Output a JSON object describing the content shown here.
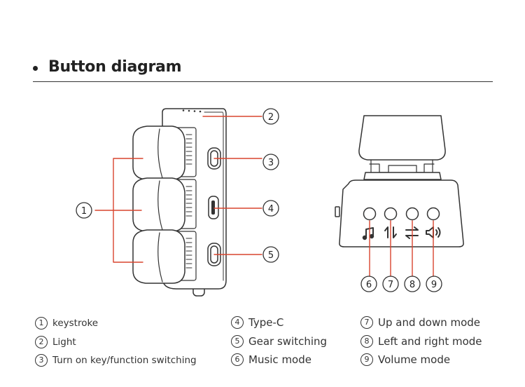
{
  "header": {
    "title": "Button diagram"
  },
  "callouts": [
    "①",
    "②",
    "③",
    "④",
    "⑤",
    "⑥",
    "⑦",
    "⑧",
    "⑨"
  ],
  "legend": [
    {
      "num": "1",
      "label": "keystroke"
    },
    {
      "num": "2",
      "label": "Light"
    },
    {
      "num": "3",
      "label": "Turn on key/function switching"
    },
    {
      "num": "4",
      "label": "Type-C"
    },
    {
      "num": "5",
      "label": "Gear switching"
    },
    {
      "num": "6",
      "label": "Music mode"
    },
    {
      "num": "7",
      "label": "Up and down mode"
    },
    {
      "num": "8",
      "label": "Left and right mode"
    },
    {
      "num": "9",
      "label": "Volume mode"
    }
  ],
  "icons": [
    "music-note-icon",
    "up-down-arrows-icon",
    "left-right-arrows-icon",
    "speaker-volume-icon"
  ],
  "colors": {
    "callout_line": "#d9452f",
    "outline": "#333333",
    "text": "#222222"
  }
}
